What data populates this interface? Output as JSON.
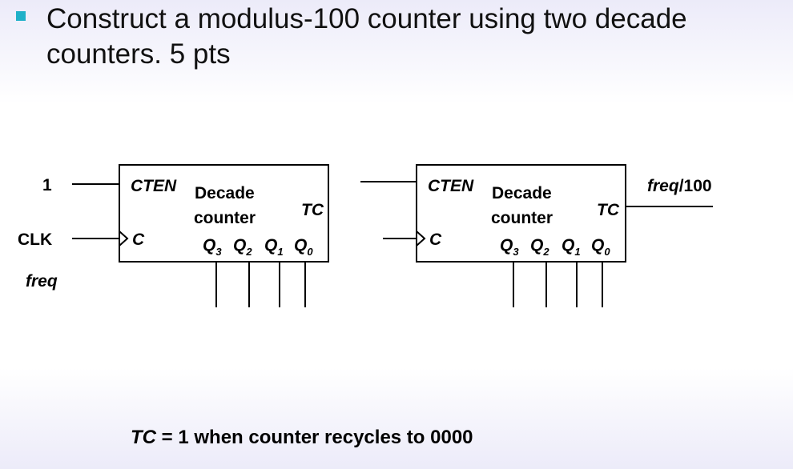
{
  "slide": {
    "bullet_text": "Construct a modulus-100 counter using two decade counters. 5 pts",
    "footer_var": "TC",
    "footer_rest": " = 1 when counter recycles to 0000"
  },
  "inputs": {
    "one": "1",
    "clk": "CLK",
    "freq": "freq"
  },
  "output": {
    "freq_italic": "freq",
    "freq_div": "/100"
  },
  "counters": [
    {
      "enable": "CTEN",
      "clock": "C",
      "name_line1": "Decade",
      "name_line2": "counter",
      "tc": "TC",
      "q_main": [
        "Q",
        "Q",
        "Q",
        "Q"
      ],
      "q_sub": [
        "3",
        "2",
        "1",
        "0"
      ]
    },
    {
      "enable": "CTEN",
      "clock": "C",
      "name_line1": "Decade",
      "name_line2": "counter",
      "tc": "TC",
      "q_main": [
        "Q",
        "Q",
        "Q",
        "Q"
      ],
      "q_sub": [
        "3",
        "2",
        "1",
        "0"
      ]
    }
  ]
}
